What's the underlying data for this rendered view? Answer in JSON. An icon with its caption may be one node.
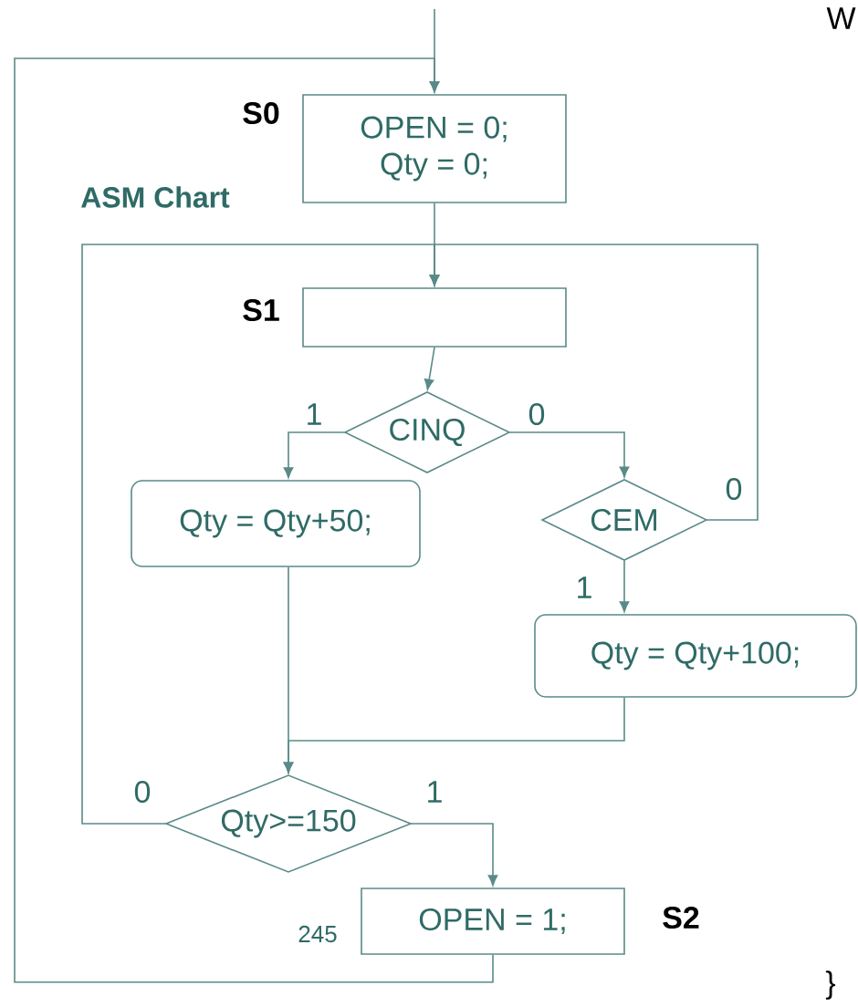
{
  "diagram": {
    "nodes": [
      {
        "text": [
          "OPEN = 0; Qty = 0;"
        ],
        "beside": [
          "S0"
        ]
      },
      {
        "text": [],
        "shape": "box",
        "beside": [
          "S1"
        ]
      },
      {
        "text": [
          "CINQ"
        ]
      },
      {
        "text": [
          "Qty = Qty+50;"
        ]
      },
      {
        "text": [
          "CEM"
        ]
      },
      {
        "text": [
          "Qty = Qty+100;"
        ]
      },
      {
        "text": [
          "Qty>=150"
        ]
      },
      {
        "text": [
          "OPEN = 1;"
        ],
        "beside": [
          "S2"
        ]
      }
    ],
    "edges": [
      {
        "from": null,
        "to": 0,
        "arrow": "to"
      },
      {
        "from": 7,
        "to": 0,
        "arrow": "to"
      },
      {
        "from": 0,
        "to": 1,
        "arrow": "to"
      },
      {
        "from": 6,
        "to": 1,
        "arrow": "to",
        "label": "0"
      },
      {
        "from": 4,
        "to": 1,
        "arrow": "to",
        "label": "0"
      },
      {
        "from": 1,
        "to": 2,
        "arrow": "to"
      },
      {
        "from": 2,
        "to": 3,
        "arrow": "to",
        "label": "1"
      },
      {
        "from": 2,
        "to": 4,
        "arrow": "to",
        "label": "0"
      },
      {
        "from": 4,
        "to": 5,
        "arrow": "to",
        "label": "1"
      },
      {
        "from": 3,
        "to": 6,
        "arrow": "to"
      },
      {
        "from": 5,
        "to": 6,
        "arrow": "to"
      },
      {
        "from": 6,
        "to": 7,
        "arrow": "to",
        "label": "1"
      }
    ],
    "labels": [
      "W",
      "ASM Chart",
      "245",
      "}"
    ]
  }
}
